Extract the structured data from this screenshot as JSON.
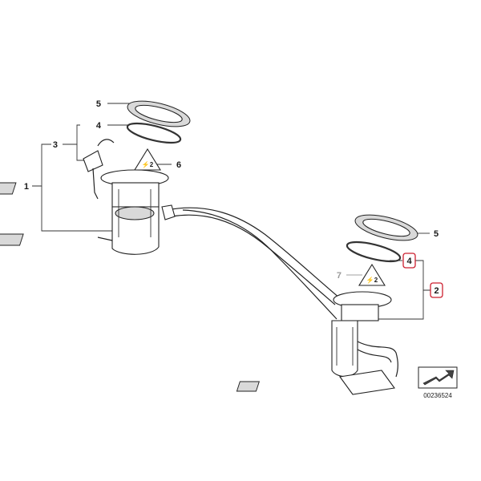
{
  "callouts": {
    "left_5": "5",
    "left_4": "4",
    "left_3": "3",
    "left_1": "1",
    "left_6": "6",
    "right_5": "5",
    "right_4": "4",
    "right_7": "7",
    "right_2": "2"
  },
  "warning_label": "⚡2",
  "part_number": "00236524",
  "colors": {
    "highlight": "#cc1f2f",
    "muted": "#9a9a9a",
    "line": "#333333"
  }
}
